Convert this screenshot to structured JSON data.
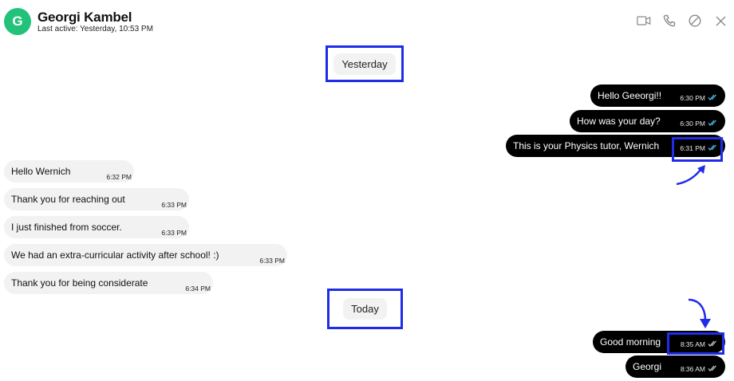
{
  "header": {
    "avatar_initial": "G",
    "avatar_color": "#22c27a",
    "contact_name": "Georgi Kambel",
    "last_active": "Last active: Yesterday, 10:53 PM",
    "actions": [
      {
        "icon": "video-icon"
      },
      {
        "icon": "phone-icon"
      },
      {
        "icon": "block-icon"
      },
      {
        "icon": "close-icon"
      }
    ]
  },
  "dividers": {
    "yesterday": "Yesterday",
    "today": "Today"
  },
  "messages": {
    "yesterday_outgoing": [
      {
        "text": "Hello Geeorgi!!",
        "time": "6:30 PM",
        "status": "read"
      },
      {
        "text": "How was your day?",
        "time": "6:30 PM",
        "status": "read"
      },
      {
        "text": "This is your Physics tutor, Wernich",
        "time": "6:31 PM",
        "status": "read"
      }
    ],
    "yesterday_incoming": [
      {
        "text": "Hello Wernich",
        "time": "6:32 PM"
      },
      {
        "text": "Thank you for reaching out",
        "time": "6:33 PM"
      },
      {
        "text": "I just finished from soccer.",
        "time": "6:33 PM"
      },
      {
        "text": "We had an extra-curricular activity after school! :)",
        "time": "6:33 PM"
      },
      {
        "text": "Thank you for being considerate",
        "time": "6:34 PM"
      }
    ],
    "today_outgoing": [
      {
        "text": "Good morning",
        "time": "8:35 AM",
        "status": "delivered"
      },
      {
        "text": "Georgi",
        "time": "8:36 AM",
        "status": "delivered"
      }
    ]
  },
  "colors": {
    "read_check": "#4fc3f7",
    "delivered_check": "#cfcfcf",
    "annotation": "#1f2ce8"
  }
}
